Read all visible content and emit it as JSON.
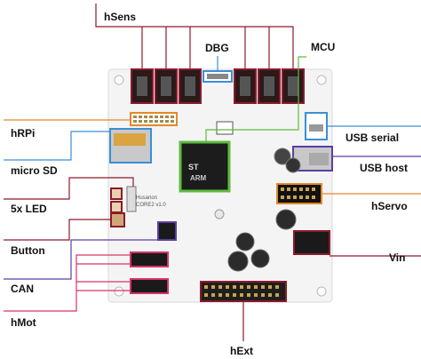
{
  "labels": {
    "hsens": "hSens",
    "dbg": "DBG",
    "mcu": "MCU",
    "hrpi": "hRPi",
    "usb_serial": "USB serial",
    "micro_sd": "micro SD",
    "usb_host": "USB host",
    "led": "5x LED",
    "hservo": "hServo",
    "button": "Button",
    "vin": "Vin",
    "can": "CAN",
    "hmot": "hMot",
    "hext": "hExt"
  },
  "board_text": {
    "brand": "Husarion",
    "model": "CORE2 v1.0",
    "chip_brand": "ARM",
    "chip_logo": "ST"
  },
  "colors": {
    "hsens": "#8b1a2b",
    "dbg": "#3a8fd6",
    "mcu": "#5dbb3f",
    "hrpi": "#e0892a",
    "usb_serial": "#3a8fd6",
    "micro_sd": "#3a8fd6",
    "usb_host": "#5b3fa3",
    "led": "#8b1a2b",
    "hservo": "#e0892a",
    "button": "#8b1a2b",
    "vin": "#8b1a2b",
    "can": "#5b3fa3",
    "hmot": "#d6336c",
    "hext": "#8b1a2b",
    "board": "#f3f3f3"
  }
}
